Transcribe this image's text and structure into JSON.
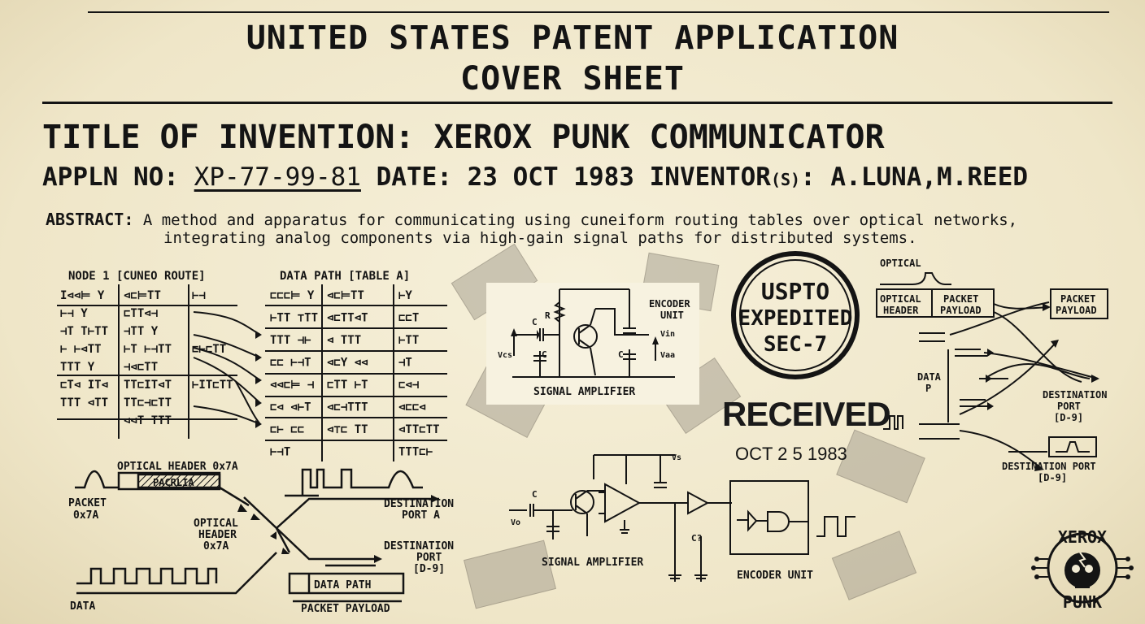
{
  "header": {
    "title_line1": "UNITED STATES PATENT APPLICATION",
    "title_line2": "COVER SHEET"
  },
  "invention": {
    "title_label": "TITLE OF INVENTION:",
    "title_value": "XEROX PUNK COMMUNICATOR",
    "appln_label": "APPLN NO:",
    "appln_no": "XP-77-99-81",
    "date_label": "DATE:",
    "date_value": "23 OCT 1983",
    "inventor_label": "INVENTOR",
    "inventor_suffix": "(S)",
    "inventor_colon": ":",
    "inventors": "A.LUNA,M.REED"
  },
  "abstract": {
    "label": "ABSTRACT:",
    "line1": "A method and apparatus for communicating using cuneiform routing tables over optical networks,",
    "line2": "integrating analog components via high-gain signal paths for distributed systems."
  },
  "tables": {
    "node_title": "NODE 1 [CUNEO ROUTE]",
    "data_title": "DATA PATH [TABLE A]",
    "node_rows": [
      [
        "I⊲⊲⊨ Y",
        "⊲⊏⊨TT",
        "⊢⊣"
      ],
      [
        "⊢⊣ Y",
        "⊏TT⊲⊣",
        ""
      ],
      [
        "⊣T T⊢TT",
        "⊣TT Y",
        ""
      ],
      [
        "⊢ ⊢⊲TT",
        "⊢T ⊢⊣TT",
        "⊏⊢⊏TT"
      ],
      [
        "TTT Y",
        "⊣⊲⊏TT",
        ""
      ],
      [
        "⊏T⊲ IT⊲",
        "TT⊏IT⊲T",
        "⊢IT⊏TT"
      ],
      [
        "TTT ⊲TT",
        "TT⊏⊣⊏TT",
        ""
      ],
      [
        "",
        "⊲⊲T TTT",
        ""
      ]
    ],
    "data_rows": [
      [
        "⊏⊏⊏⊨ Y",
        "⊲⊏⊨TT",
        "⊢Y"
      ],
      [
        "⊢TT ⊤TT",
        "⊲⊏TT⊲T",
        "⊏⊏T"
      ],
      [
        "TTT ⊣⊢",
        "⊲ TTT",
        "⊢TT"
      ],
      [
        "⊏⊏ ⊢⊣T",
        "⊲⊏Y ⊲⊲",
        "⊣T"
      ],
      [
        "⊲⊲⊏⊨ ⊣",
        "⊏TT ⊢T",
        "⊏⊲⊣"
      ],
      [
        "⊏⊲ ⊲⊢T",
        "⊲⊏⊣TTT",
        "⊲⊏⊏⊲"
      ],
      [
        "⊏⊢ ⊏⊏",
        "⊲⊤⊏ TT",
        "⊲TT⊏TT"
      ],
      [
        "⊢⊣T",
        "",
        "TTT⊏⊢"
      ]
    ]
  },
  "optical_lower": {
    "optical_header": "OPTICAL HEADER 0x7A",
    "payload_box": "PACRLIA",
    "packet_label_1": "PACKET",
    "packet_label_2": "0x7A",
    "optical_mid_1": "OPTICAL",
    "optical_mid_2": "HEADER",
    "optical_mid_3": "0x7A",
    "dest_port_a_1": "DESTINATION",
    "dest_port_a_2": "PORT A",
    "dest_port_b_1": "DESTINATION",
    "dest_port_b_2": "PORT",
    "dest_port_b_3": "[D-9]",
    "data_path": "DATA PATH",
    "packet_payload": "PACKET PAYLOAD",
    "data": "DATA"
  },
  "schematic_top": {
    "encoder_1": "ENCODER",
    "encoder_2": "UNIT",
    "caption": "SIGNAL AMPLIFIER",
    "r": "R",
    "c1": "C",
    "c2": "C",
    "c3": "C",
    "vcs": "Vcs",
    "vin": "Vin",
    "vaa": "Vaa"
  },
  "schematic_bottom": {
    "caption_left": "SIGNAL AMPLIFIER",
    "caption_right": "ENCODER UNIT",
    "c": "C",
    "c2": "C?",
    "v0": "Vo",
    "vs": "Vs"
  },
  "stamps": {
    "uspto_1": "USPTO",
    "uspto_2": "EXPEDITED",
    "uspto_3": "SEC-7",
    "received": "RECEIVED",
    "received_date": "OCT 2 5 1983"
  },
  "right_diagram": {
    "optical": "OPTICAL",
    "optical_header_1": "OPTICAL",
    "optical_header_2": "HEADER",
    "packet_payload_1": "PACKET",
    "packet_payload_2": "PAYLOAD",
    "out_payload_1": "PACKET",
    "out_payload_2": "PAYLOAD",
    "data_1": "DATA",
    "data_2": "P",
    "dest_1": "DESTINATION",
    "dest_2": "PORT",
    "dest_3": "[D-9]",
    "dest_bottom_1": "DESTINATION PORT",
    "dest_bottom_2": "[D-9]"
  },
  "logo": {
    "top": "XEROX",
    "bottom": "PUNK"
  }
}
